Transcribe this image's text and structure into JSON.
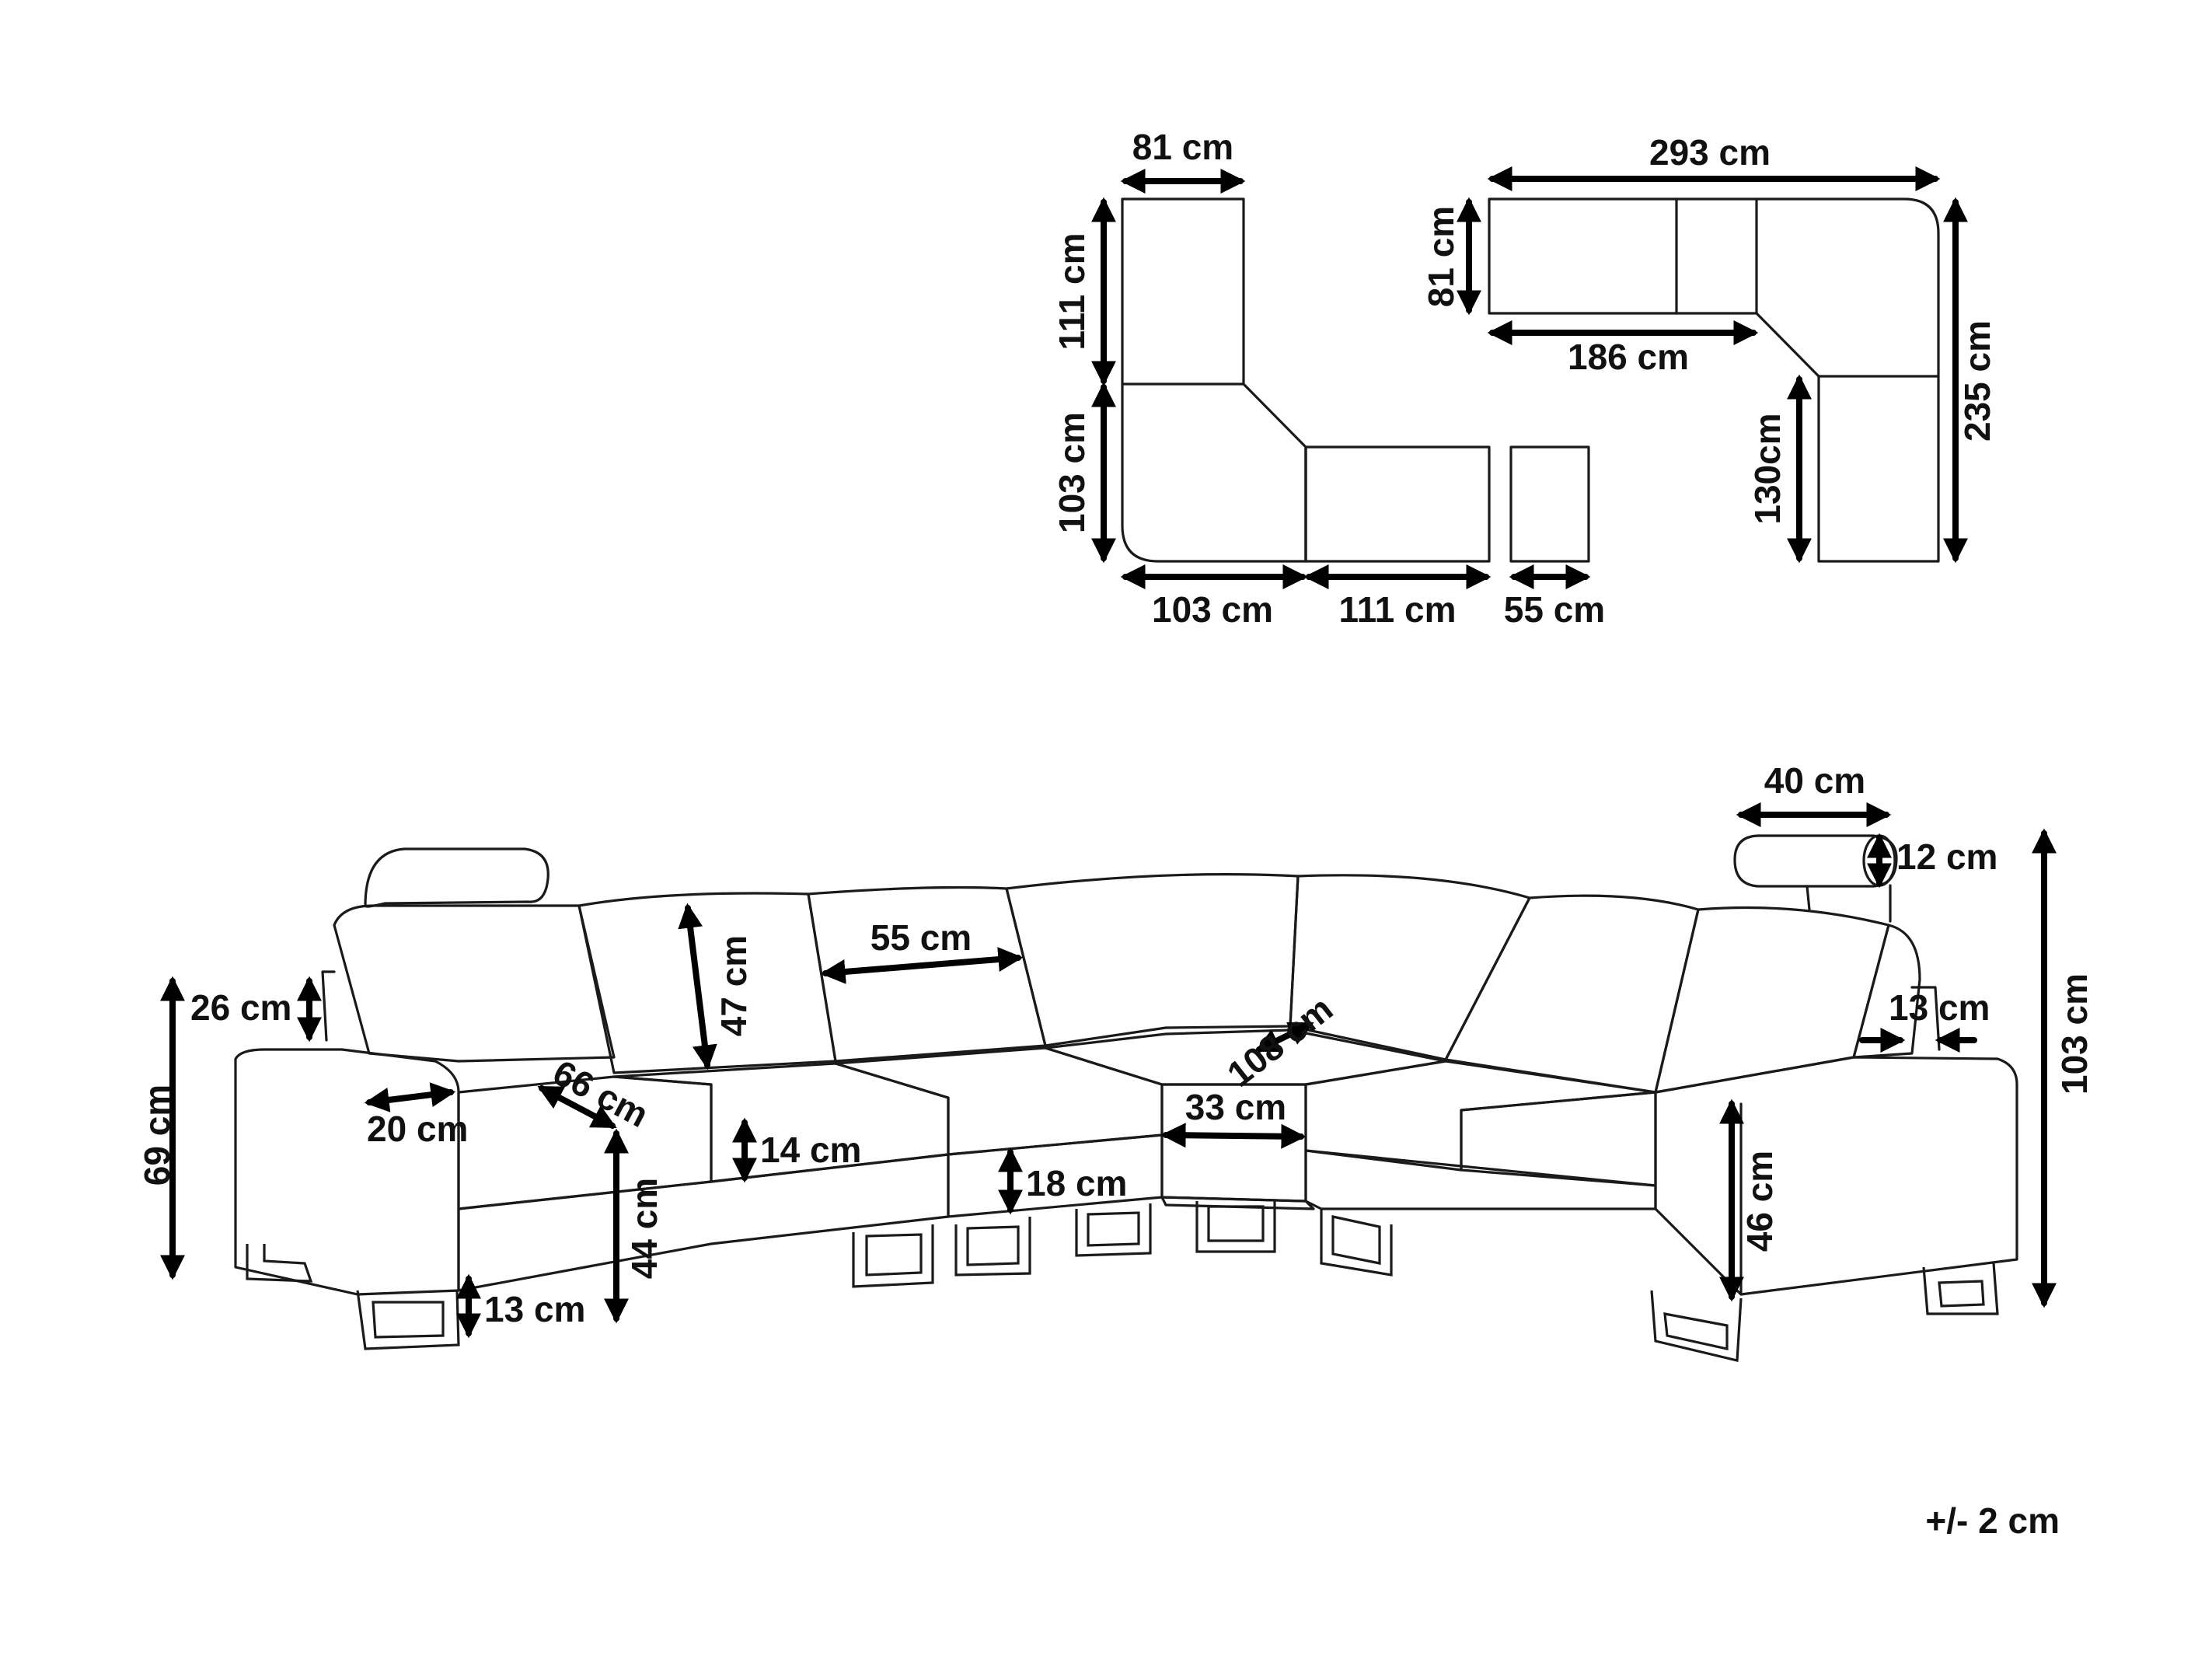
{
  "top_left_plan": {
    "width_81": "81 cm",
    "height_111": "111 cm",
    "height_103": "103 cm",
    "width_103": "103 cm",
    "width_111": "111 cm",
    "width_55": "55 cm"
  },
  "top_right_plan": {
    "width_293": "293 cm",
    "depth_81": "81 cm",
    "width_186": "186 cm",
    "height_235": "235 cm",
    "height_130": "130cm"
  },
  "sofa_view": {
    "headrest_width": "40 cm",
    "headrest_height": "12 cm",
    "gap_13": "13 cm",
    "total_height": "103 cm",
    "arm_height_26": "26 cm",
    "seat_height_69": "69 cm",
    "arm_width": "20 cm",
    "seat_depth": "66 cm",
    "back_height": "47 cm",
    "seat_width": "55 cm",
    "corner_depth": "108 cm",
    "corner_width": "33 cm",
    "cushion_14": "14 cm",
    "base_18": "18 cm",
    "seat_44": "44 cm",
    "legs_13": "13 cm",
    "seat_46": "46 cm"
  },
  "tolerance": "+/- 2 cm"
}
